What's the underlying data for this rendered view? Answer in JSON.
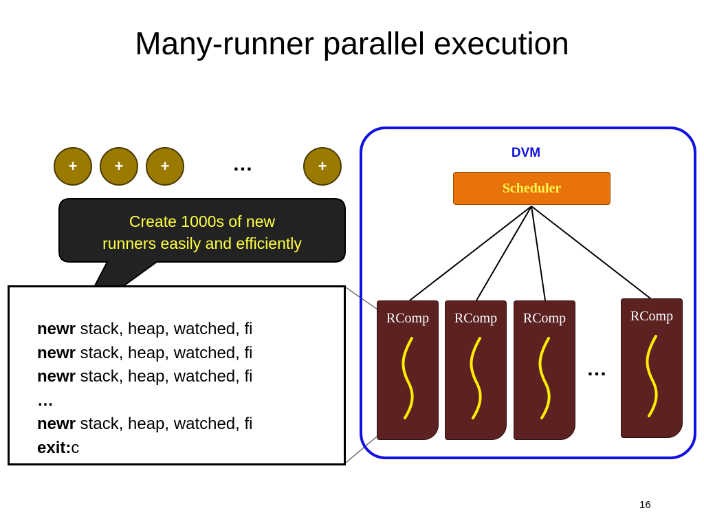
{
  "title": "Many-runner parallel execution",
  "plus_buttons": [
    "+",
    "+",
    "+",
    "+"
  ],
  "top_ellipsis": "…",
  "callout": {
    "line1": "Create 1000s of new",
    "line2": "runners easily and efficiently"
  },
  "code": {
    "lines": [
      {
        "keyword": "newr",
        "rest": " stack, heap, watched, fi"
      },
      {
        "keyword": "newr",
        "rest": " stack, heap, watched, fi"
      },
      {
        "keyword": "newr",
        "rest": " stack, heap, watched, fi"
      },
      {
        "keyword": "…",
        "rest": ""
      },
      {
        "keyword": "newr",
        "rest": " stack, heap, watched, fi"
      },
      {
        "keyword": "exit:",
        "rest": "c"
      }
    ]
  },
  "dvm": {
    "label": "DVM",
    "scheduler": "Scheduler",
    "rcomps": [
      "RComp",
      "RComp",
      "RComp",
      "RComp"
    ],
    "ellipsis": "…"
  },
  "page_number": "16",
  "colors": {
    "dvm_border": "#1010e0",
    "scheduler": "#e8730a",
    "rcomp": "#5c2222",
    "thread": "#ffee00",
    "plus": "#9a7a00",
    "callout": "#222222"
  }
}
